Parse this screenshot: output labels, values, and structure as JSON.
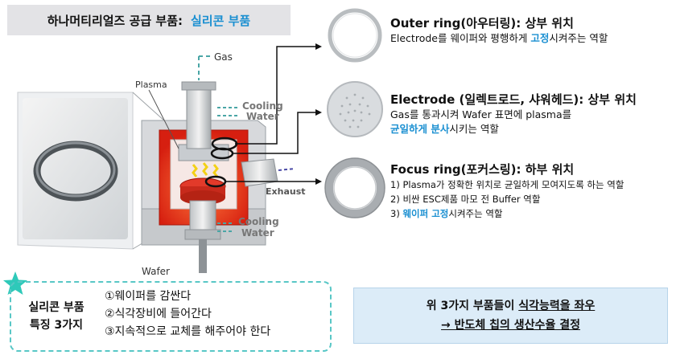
{
  "title": {
    "prefix": "하나머티리얼즈 공급 부품:",
    "highlight": "실리콘 부품"
  },
  "diagram": {
    "gas": "Gas",
    "plasma": "Plasma",
    "cooling_water_top": [
      "Cooling",
      "Water"
    ],
    "exhaust": "Exhaust",
    "cooling_water_bottom": [
      "Cooling",
      "Water"
    ],
    "wafer": "Wafer"
  },
  "parts": [
    {
      "heading": "Outer ring(아우터링): 상부 위치",
      "lines": [
        {
          "before": "Electrode를 웨이퍼와 평행하게 ",
          "hl": "고정",
          "after": "시켜주는 역할"
        }
      ]
    },
    {
      "heading": "Electrode (일렉트로드, 샤워헤드): 상부 위치",
      "lines": [
        {
          "before": "Gas를 통과시켜 Wafer 표면에 plasma를",
          "hl": "",
          "after": ""
        },
        {
          "before": "",
          "hl": "균일하게 분사",
          "after": "시키는 역할"
        }
      ]
    },
    {
      "heading": "Focus ring(포커스링): 하부 위치",
      "lines": [
        {
          "before": "1) Plasma가 정확한 위치로 균일하게 모여지도록 하는 역할",
          "hl": "",
          "after": ""
        },
        {
          "before": "2) 비싼 ESC제품 마모 전 Buffer 역할",
          "hl": "",
          "after": ""
        },
        {
          "before": "3) ",
          "hl": "웨이퍼 고정",
          "after": "시켜주는 역할"
        }
      ]
    }
  ],
  "features": {
    "label": [
      "실리콘 부품",
      "특징 3가지"
    ],
    "items": [
      "①웨이퍼를 감싼다",
      "②식각장비에 들어간다",
      "③지속적으로 교체를 해주어야 한다"
    ]
  },
  "summary": {
    "line1_before": "위 3가지 부품들이 ",
    "line1_ul": "식각능력을 좌우",
    "line2": "→ 반도체 칩의 생산수율 결정"
  },
  "colors": {
    "accent": "#1a8fd1",
    "dashed_border": "#58c7c6",
    "summary_bg": "#dcecf8",
    "chamber_red": "#e8321f",
    "arrow": "#111111"
  }
}
